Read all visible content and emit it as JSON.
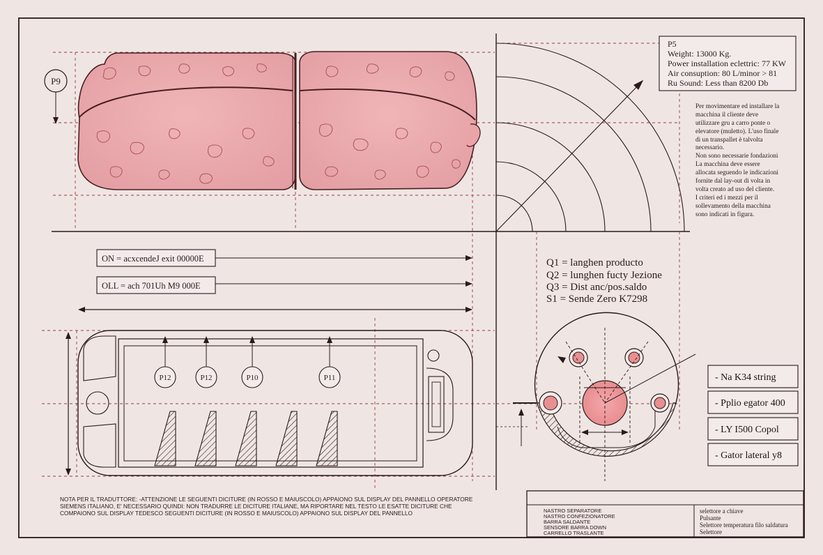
{
  "markers": {
    "p9": "P9",
    "p12a": "P12",
    "p12b": "P12",
    "p10": "P10",
    "p11": "P11"
  },
  "specs": {
    "title": "P5",
    "lines": [
      "Weight: 13000 Kg.",
      "Power installation eclettric: 77 KW",
      "Air consuption: 80 L/minor > 81",
      "Ru Sound: Less than 8200 Db"
    ]
  },
  "italian_note": [
    "Per movimentare ed installare la",
    "macchina il cliente deve",
    "utilizzare gru a carro ponte o",
    "elevatore (muletto). L'uso finale",
    "di un transpallet è talvolta",
    "necessario.",
    "Non sono necessarie fondazioni",
    "La macchina deve essere",
    "allocata seguendo le indicazioni",
    "fornite dal lay-out di volta in",
    "volta creato ad uso del cliente.",
    "I criteri ed i mezzi per il",
    "sollevamento della macchina",
    "sono indicati in figura."
  ],
  "labels": {
    "on": "ON = acxcendeJ exit 00000E",
    "oll": "OLL = ach 701Uh M9 000E"
  },
  "legend": [
    "Q1 = langhen producto",
    "Q2 = lunghen fucty Jezione",
    "Q3 = Dist anc/pos.saldo",
    "S1 = Sende Zero K7298"
  ],
  "right_boxes": [
    "- Na K34 string",
    "- Pplio egator 400",
    "- LY I500 Copol",
    "- Gator lateral y8"
  ],
  "bottom_note": [
    "NOTA PER IL TRADUTTORE: -ATTENZIONE LE SEGUENTI DICITURE (IN  ROSSO E MAIUSCOLO) APPAIONO SUL DISPLAY DEL PANNELLO OPERATORE",
    "SIEMENS ITALIANO,  E' NECESSARIO QUINDI: NON TRADURRE LE DICITURE ITALIANE, MA RIPORTARE NEL TESTO LE ESATTE DICITURE CHE",
    "COMPAIONO SUL DISPLAY TEDESCO SEGUENTI DICITURE (IN  ROSSO E MAIUSCOLO) APPAIONO SUL DISPLAY DEL PANNELLO"
  ],
  "title_block": {
    "left": [
      "NASTRO SEPARATORE",
      "NASTRO CONFEZIONATORE",
      "BARRA SALDANTE",
      "SENSORE BARRA DOWN",
      "CARRELLO TRASLANTE"
    ],
    "right": [
      "selettore a chiave",
      "Pulsante",
      "Selettore temperatura filo saldatura",
      "Selettore"
    ]
  },
  "colors": {
    "paper": "#efe6e4",
    "ink": "#2b1a1a",
    "dashed": "#9b3a3a",
    "salami": "#e7a3a6",
    "salami_dark": "#c86b70",
    "accent": "#e88f92"
  }
}
